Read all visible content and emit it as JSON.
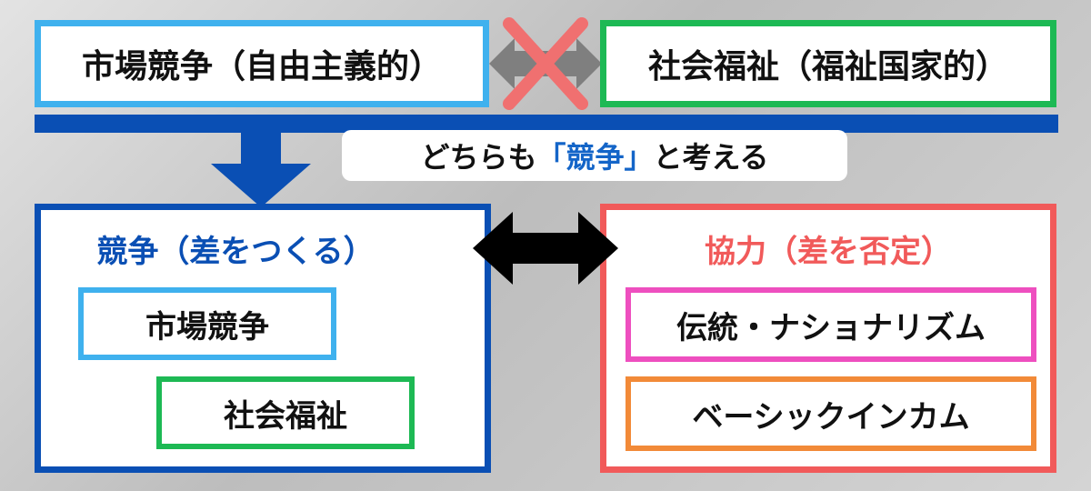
{
  "top": {
    "left_label": "市場競争（自由主義的）",
    "right_label": "社会福祉（福祉国家的）"
  },
  "banner": {
    "prefix": "どちらも",
    "highlight": "「競争」",
    "suffix": "と考える"
  },
  "left_panel": {
    "title": "競争（差をつくる）",
    "items": [
      "市場競争",
      "社会福祉"
    ]
  },
  "right_panel": {
    "title": "協力（差を否定）",
    "items": [
      "伝統・ナショナリズム",
      "ベーシックインカム"
    ]
  },
  "colors": {
    "blue": "#0a4fb4",
    "light_blue": "#3fb1ee",
    "green": "#1db954",
    "red": "#f15a5a",
    "pink": "#ee4fbf",
    "orange": "#f28a38",
    "highlight_text": "#1465c8"
  },
  "icons": [
    "cross-mark-icon",
    "double-arrow-icon",
    "down-arrow-icon"
  ]
}
